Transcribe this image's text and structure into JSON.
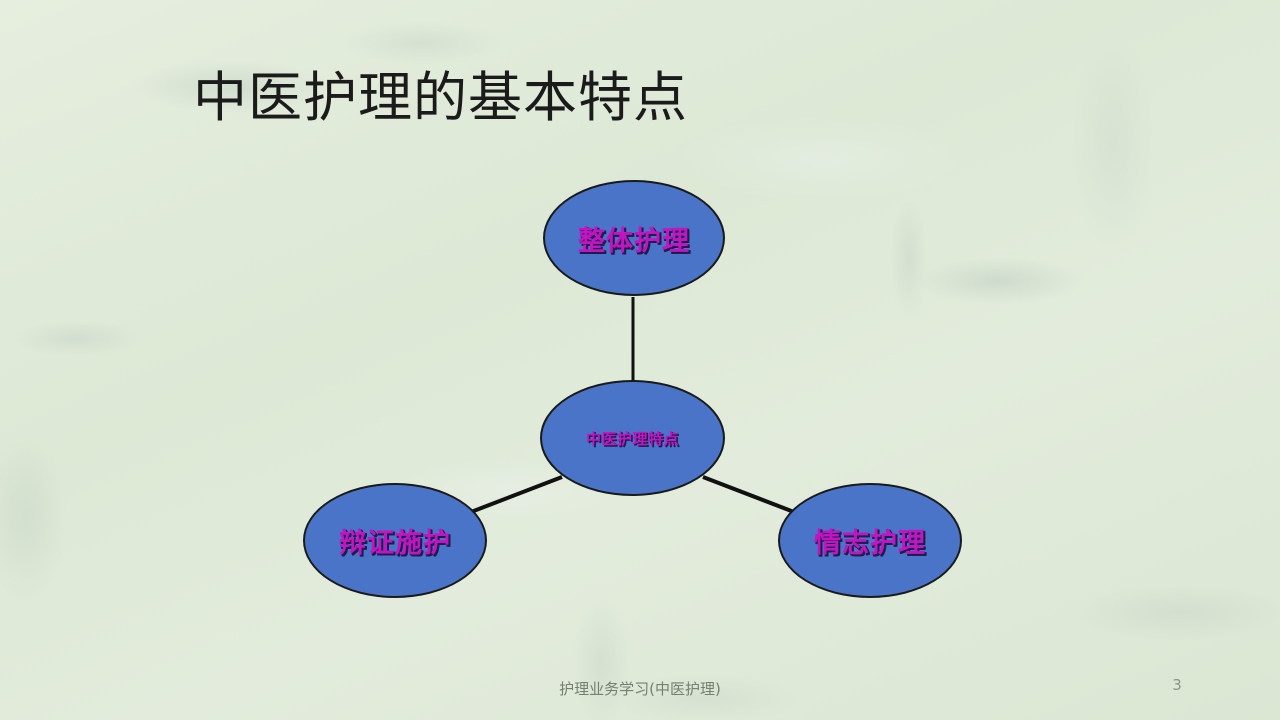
{
  "slide": {
    "title": "中医护理的基本特点",
    "background_color": "#e0e9d8",
    "footer_text": "护理业务学习(中医护理)",
    "page_number": "3"
  },
  "diagram": {
    "type": "hub-and-spoke",
    "node_fill_color": "#4a74c8",
    "node_border_color": "#1a1a1a",
    "node_text_color": "#c215c2",
    "connector_color": "#111111",
    "center": {
      "label": "中医护理特点"
    },
    "nodes": [
      {
        "label": "整体护理",
        "position": "top"
      },
      {
        "label": "辩证施护",
        "position": "bottom-left"
      },
      {
        "label": "情志护理",
        "position": "bottom-right"
      }
    ],
    "connectors": [
      {
        "from": "center",
        "to": "整体护理"
      },
      {
        "from": "center",
        "to": "辩证施护"
      },
      {
        "from": "center",
        "to": "情志护理"
      }
    ]
  }
}
